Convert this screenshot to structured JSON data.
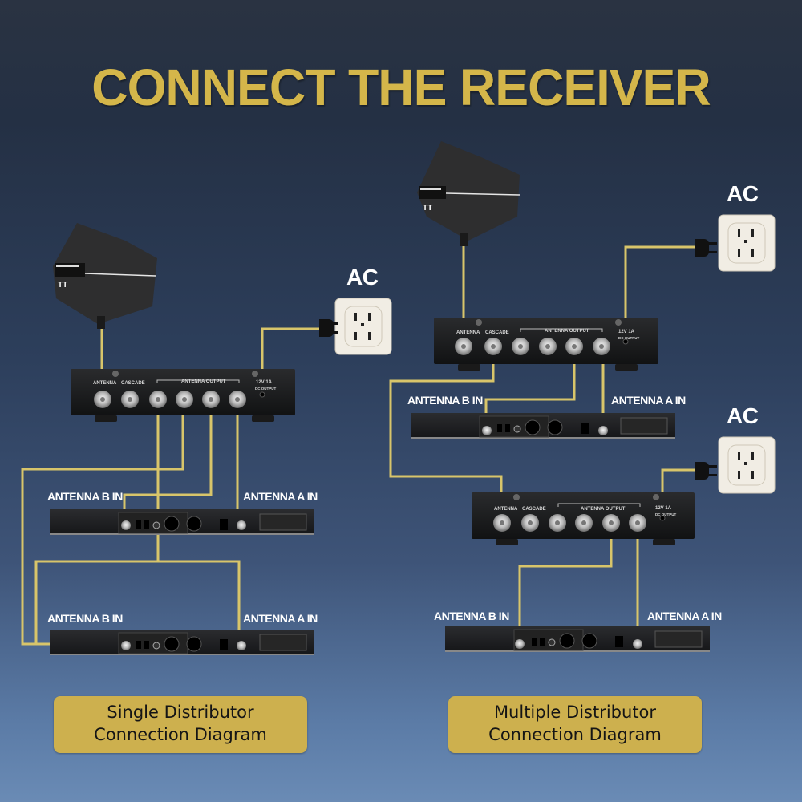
{
  "title": "CONNECT THE RECEIVER",
  "colors": {
    "title": "#d4b64a",
    "cable": "#d8c56a",
    "caption_bg": "#cdb04e",
    "device": "#151617"
  },
  "single": {
    "ac_label": "AC",
    "distributor": {
      "antenna_input": "ANTENNA",
      "cascade": "CASCADE",
      "antenna_output": "ANTENNA OUTPUT",
      "power": "12V 1A",
      "power_sub": "DC OUTPUT"
    },
    "receiver1": {
      "b_in": "ANTENNA B IN",
      "a_in": "ANTENNA A IN"
    },
    "receiver2": {
      "b_in": "ANTENNA B IN",
      "a_in": "ANTENNA A IN"
    },
    "caption": [
      "Single Distributor",
      "Connection Diagram"
    ]
  },
  "multiple": {
    "ac_label_1": "AC",
    "ac_label_2": "AC",
    "distributor1": {
      "antenna_input": "ANTENNA",
      "cascade": "CASCADE",
      "antenna_output": "ANTENNA OUTPUT",
      "power": "12V 1A",
      "power_sub": "DC OUTPUT"
    },
    "distributor2": {
      "antenna_input": "ANTENNA",
      "cascade": "CASCADE",
      "antenna_output": "ANTENNA OUTPUT",
      "power": "12V 1A",
      "power_sub": "DC OUTPUT"
    },
    "receiver1": {
      "b_in": "ANTENNA B IN",
      "a_in": "ANTENNA A IN"
    },
    "receiver2": {
      "b_in": "ANTENNA B IN",
      "a_in": "ANTENNA A IN"
    },
    "caption": [
      "Multiple Distributor",
      "Connection Diagram"
    ]
  }
}
